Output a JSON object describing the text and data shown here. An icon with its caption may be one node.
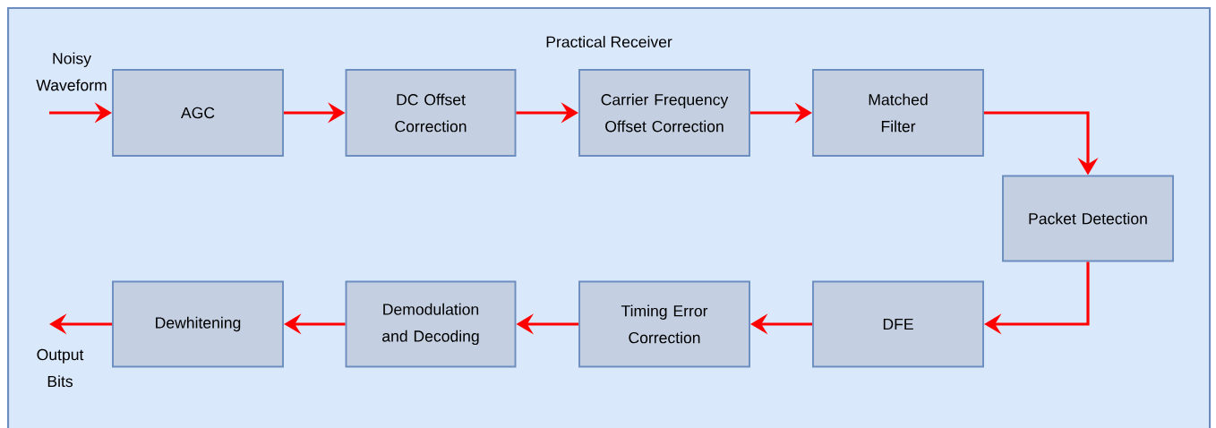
{
  "diagram": {
    "nodes": [
      {
        "text": [
          "Practical Receiver"
        ]
      },
      {
        "text": [
          "Noisy Waveform"
        ],
        "in": 0
      },
      {
        "text": [
          "AGC"
        ],
        "in": 0
      },
      {
        "text": [
          "DC Offset Correction"
        ],
        "in": 0
      },
      {
        "text": [
          "Carrier Frequency Offset Correction"
        ],
        "in": 0
      },
      {
        "text": [
          "Matched Filter"
        ],
        "in": 0
      },
      {
        "text": [
          "Packet Detection"
        ],
        "in": 0
      },
      {
        "text": [
          "DFE"
        ],
        "in": 0
      },
      {
        "text": [
          "Timing Error Correction"
        ],
        "in": 0
      },
      {
        "text": [
          "Demodulation and Decoding"
        ],
        "in": 0
      },
      {
        "text": [
          "Dewhitening"
        ],
        "in": 0
      },
      {
        "text": [
          "Output Bits"
        ],
        "in": 0
      }
    ],
    "edges": [
      {
        "from": 1,
        "to": 2,
        "arrow": "to"
      },
      {
        "from": 2,
        "to": 3,
        "arrow": "to"
      },
      {
        "from": 3,
        "to": 4,
        "arrow": "to"
      },
      {
        "from": 4,
        "to": 5,
        "arrow": "to"
      },
      {
        "from": 5,
        "to": 6,
        "arrow": "to"
      },
      {
        "from": 6,
        "to": 7,
        "arrow": "to"
      },
      {
        "from": 7,
        "to": 8,
        "arrow": "to"
      },
      {
        "from": 8,
        "to": 9,
        "arrow": "to"
      },
      {
        "from": 9,
        "to": 10,
        "arrow": "to"
      },
      {
        "from": 10,
        "to": 11,
        "arrow": "to"
      }
    ]
  }
}
